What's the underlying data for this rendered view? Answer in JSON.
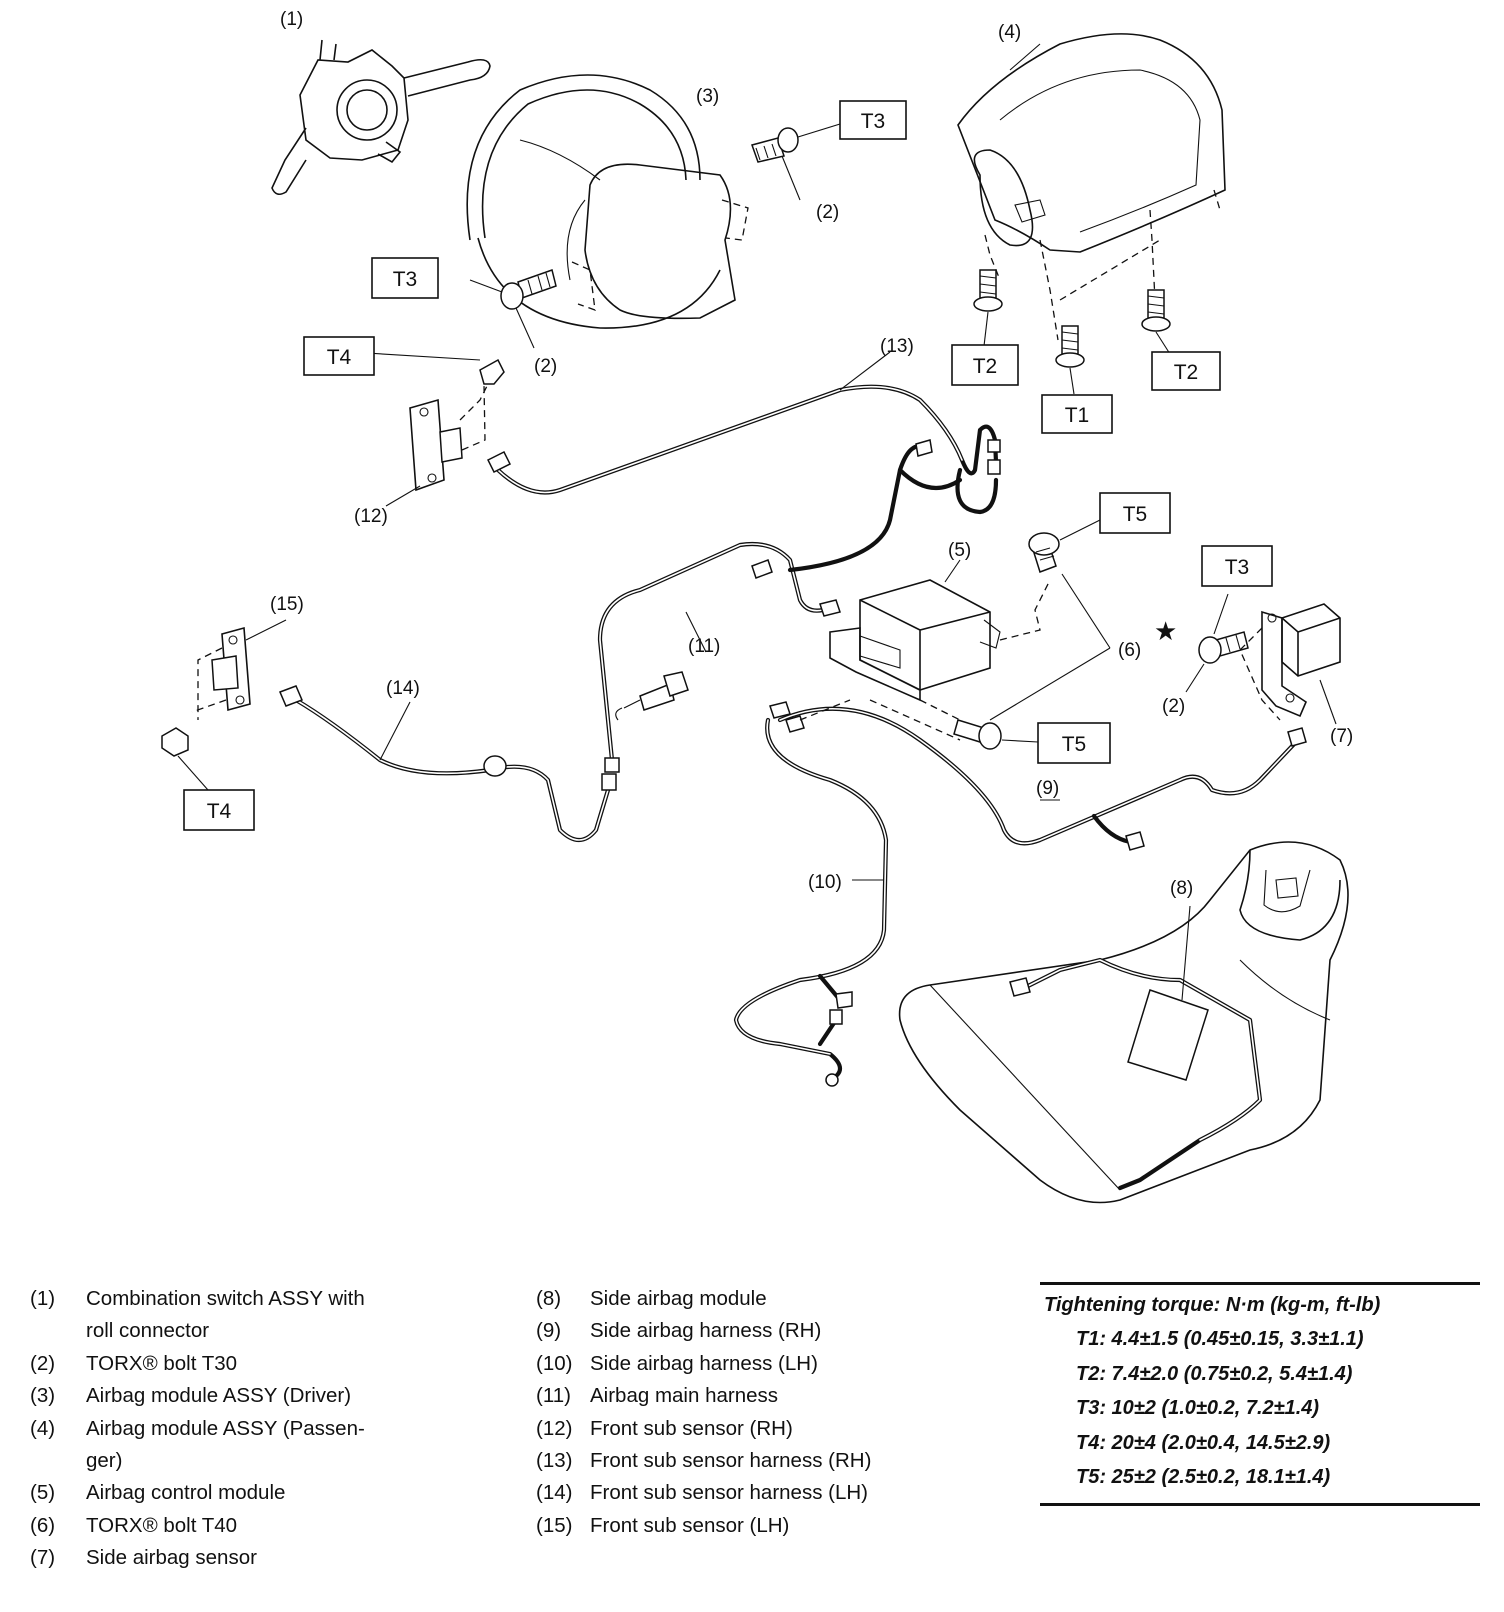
{
  "diagram": {
    "callouts": {
      "c1": "(1)",
      "c2a": "(2)",
      "c2b": "(2)",
      "c2c": "(2)",
      "c3": "(3)",
      "c4": "(4)",
      "c5": "(5)",
      "c6": "(6)",
      "c7": "(7)",
      "c8": "(8)",
      "c9": "(9)",
      "c10": "(10)",
      "c11": "(11)",
      "c12": "(12)",
      "c13": "(13)",
      "c14": "(14)",
      "c15": "(15)"
    },
    "star": "★",
    "torque_tags": {
      "t3_top": "T3",
      "t3_wheel": "T3",
      "t4_rh": "T4",
      "t2_left": "T2",
      "t1": "T1",
      "t2_right": "T2",
      "t5_top": "T5",
      "t3_side": "T3",
      "t5_bottom": "T5",
      "t4_lh": "T4"
    }
  },
  "legend": {
    "left": [
      {
        "num": "(1)",
        "lines": [
          "Combination switch ASSY with",
          "roll connector"
        ]
      },
      {
        "num": "(2)",
        "lines": [
          "TORX® bolt T30"
        ]
      },
      {
        "num": "(3)",
        "lines": [
          "Airbag module ASSY (Driver)"
        ]
      },
      {
        "num": "(4)",
        "lines": [
          "Airbag module ASSY (Passen-",
          "ger)"
        ]
      },
      {
        "num": "(5)",
        "lines": [
          "Airbag control module"
        ]
      },
      {
        "num": "(6)",
        "lines": [
          "TORX® bolt T40"
        ]
      },
      {
        "num": "(7)",
        "lines": [
          "Side airbag sensor"
        ]
      }
    ],
    "middle": [
      {
        "num": "(8)",
        "lines": [
          "Side airbag module"
        ]
      },
      {
        "num": "(9)",
        "lines": [
          "Side airbag harness (RH)"
        ]
      },
      {
        "num": "(10)",
        "lines": [
          "Side airbag harness (LH)"
        ]
      },
      {
        "num": "(11)",
        "lines": [
          "Airbag main harness"
        ]
      },
      {
        "num": "(12)",
        "lines": [
          "Front sub sensor (RH)"
        ]
      },
      {
        "num": "(13)",
        "lines": [
          "Front sub sensor harness (RH)"
        ]
      },
      {
        "num": "(14)",
        "lines": [
          "Front sub sensor harness (LH)"
        ]
      },
      {
        "num": "(15)",
        "lines": [
          "Front sub sensor (LH)"
        ]
      }
    ]
  },
  "torque": {
    "title": "Tightening torque: N·m (kg-m, ft-lb)",
    "rows": [
      "T1: 4.4±1.5 (0.45±0.15, 3.3±1.1)",
      "T2: 7.4±2.0 (0.75±0.2, 5.4±1.4)",
      "T3: 10±2 (1.0±0.2, 7.2±1.4)",
      "T4: 20±4 (2.0±0.4, 14.5±2.9)",
      "T5: 25±2 (2.5±0.2, 18.1±1.4)"
    ]
  }
}
